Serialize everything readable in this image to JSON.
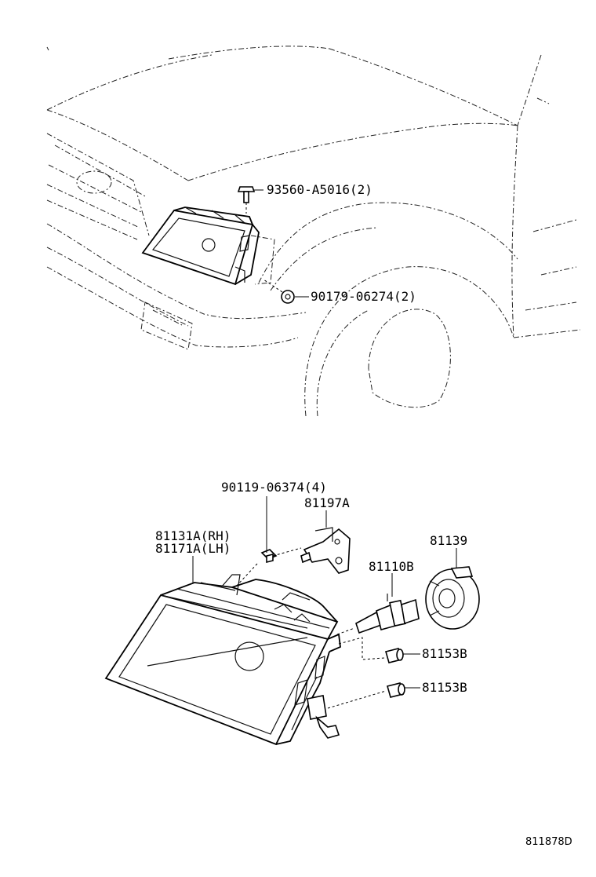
{
  "callouts": {
    "bolt_top": "93560-A5016(2)",
    "nut": "90179-06274(2)",
    "screw": "90119-06374(4)",
    "bracket": "81197A",
    "headlamp_rh": "81131A(RH)",
    "headlamp_lh": "81171A(LH)",
    "cover": "81139",
    "bulb": "81110B",
    "socket_upper": "81153B",
    "socket_lower": "81153B"
  },
  "figure_code": "811878D"
}
